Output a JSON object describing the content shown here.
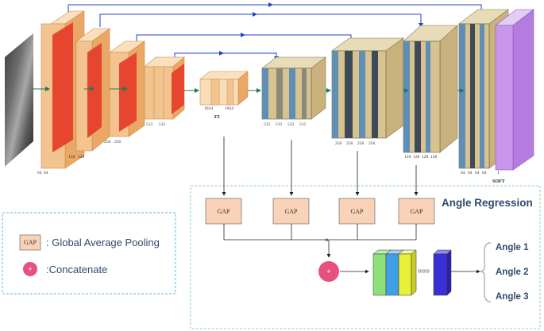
{
  "encoder_labels": {
    "b1": [
      "64",
      "64"
    ],
    "b2": [
      "128",
      "128"
    ],
    "b3": [
      "256",
      "256"
    ],
    "b4": [
      "512",
      "512"
    ],
    "bottleneck": [
      "1024",
      "1024"
    ]
  },
  "bottleneck_name": "F5",
  "decoder_labels": {
    "d1": [
      "512",
      "512",
      "512",
      "512"
    ],
    "d2": [
      "256",
      "256",
      "256",
      "256"
    ],
    "d3": [
      "128",
      "128",
      "128",
      "128"
    ],
    "d4": [
      "64",
      "64",
      "64",
      "64"
    ]
  },
  "output_label": "SOFT",
  "output_channels": "1",
  "regression_title": "Angle Regression",
  "gap_label": "GAP",
  "gap_blocks": [
    "GAP",
    "GAP",
    "GAP",
    "GAP"
  ],
  "concat_symbol": "+",
  "angles": [
    "Angle 1",
    "Angle 2",
    "Angle 3"
  ],
  "legend": {
    "gap_symbol": "GAP",
    "gap_text": ": Global Average Pooling",
    "concat_symbol": "+",
    "concat_text": ":Concatenate"
  },
  "colors": {
    "conv_light": "#f3c48f",
    "conv_relu": "#e6452f",
    "decoder_blue": "#5f8fb4",
    "decoder_tan": "#c9b27e",
    "skip_arrow": "#2343c8",
    "flow_arrow": "#1f7a5c",
    "dashed_box": "#8fd6a6",
    "legend_box": "#5ab4e0",
    "concat_pink": "#e8517f",
    "softmax_purple": "#b57be0",
    "fc_green": "#8ee07a",
    "fc_blue": "#3fa0e8",
    "fc_yellow": "#e8f037",
    "fc_navy": "#3a2fd6",
    "title_text": "#2f4a6e"
  }
}
